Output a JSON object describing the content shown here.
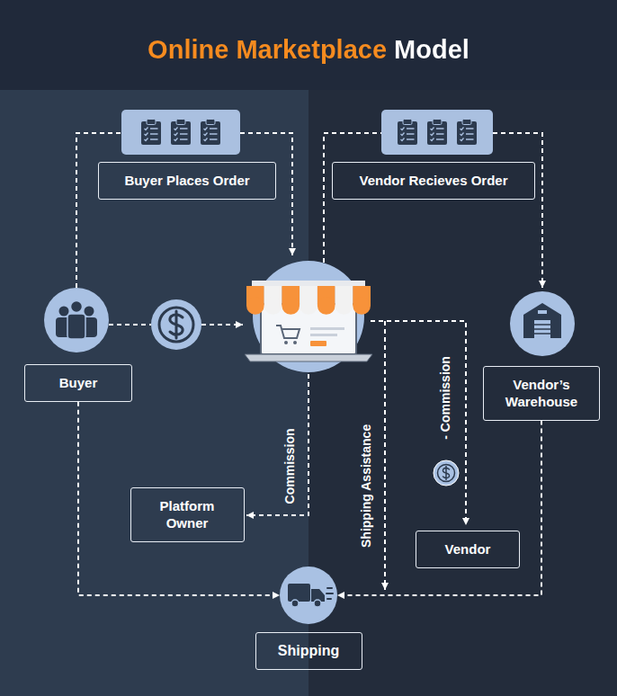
{
  "diagram": {
    "title": "Online Marketplace Model",
    "nodes": [
      {
        "text": [
          "Buyer Places Order"
        ]
      },
      {
        "text": [
          "Vendor Recieves Order"
        ]
      },
      {
        "text": [
          "Buyer"
        ]
      },
      {
        "text": [
          "Vendor’s Warehouse"
        ]
      },
      {
        "text": [
          "Platform Owner"
        ]
      },
      {
        "text": [
          "Vendor"
        ]
      },
      {
        "text": [
          "Shipping"
        ]
      }
    ],
    "edges": [
      {
        "from": 2,
        "to": 6,
        "arrow": "to"
      },
      {
        "from": 3,
        "to": 6,
        "arrow": "to"
      }
    ],
    "labels": [
      "Commission",
      "Shipping Assistance",
      "- Commission"
    ]
  }
}
